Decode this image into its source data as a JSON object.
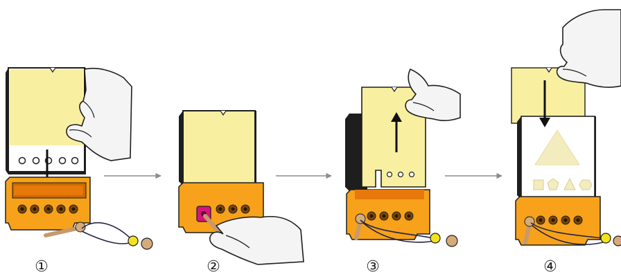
{
  "steps": [
    {
      "number": "①"
    },
    {
      "number": "②"
    },
    {
      "number": "③"
    },
    {
      "number": "④"
    }
  ],
  "colors": {
    "card_yellow": "#f8efa0",
    "base_orange": "#f7a21a",
    "base_dark": "#9a5d08",
    "push_button": "#d6137f",
    "bead_yellow": "#f4e21a",
    "hand_fill": "#f4f4f4",
    "card_frame": "#1e1e1e",
    "arrow": "#8c8c8c",
    "shape_pale": "#f3ecbf"
  },
  "icons": [
    "card-holder-base",
    "picture-card",
    "hand-icon",
    "down-arrow-icon",
    "up-arrow-icon",
    "peg-stick",
    "bead-string"
  ]
}
